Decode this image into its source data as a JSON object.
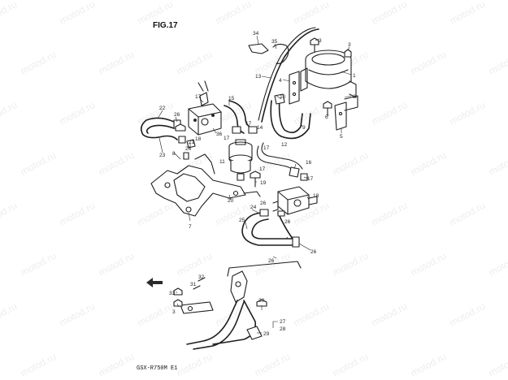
{
  "figure_title": "FIG.17",
  "model_code": "GSX-R750M E1",
  "watermark_text": "motod.ru",
  "colors": {
    "line": "#1e1e1e",
    "background": "#ffffff"
  },
  "callouts": {
    "c1": "1",
    "c2": "2",
    "c3a": "3",
    "c3b": "3",
    "c4": "4",
    "c5": "5",
    "c6": "6",
    "c7": "7",
    "c8": "8",
    "c9": "9",
    "c10": "10",
    "c11": "11",
    "c12": "12",
    "c13": "13",
    "c14": "14",
    "c15": "15",
    "c16": "16",
    "c17a": "17",
    "c17b": "17",
    "c17c": "17",
    "c17d": "17",
    "c17e": "17",
    "c17f": "17",
    "c18a": "18",
    "c18b": "18",
    "c19": "19",
    "c20": "20",
    "c21": "21",
    "c22": "22",
    "c23": "23",
    "c24": "24",
    "c25": "25",
    "c26a": "26",
    "c26b": "26",
    "c26c": "26",
    "c26d": "26",
    "c26e": "26",
    "c26f": "26",
    "c27": "27",
    "c28": "28",
    "c29": "29",
    "c30": "30",
    "c31": "31",
    "c32": "32",
    "c33": "33",
    "c34": "34",
    "c35": "35",
    "c36": "36"
  }
}
